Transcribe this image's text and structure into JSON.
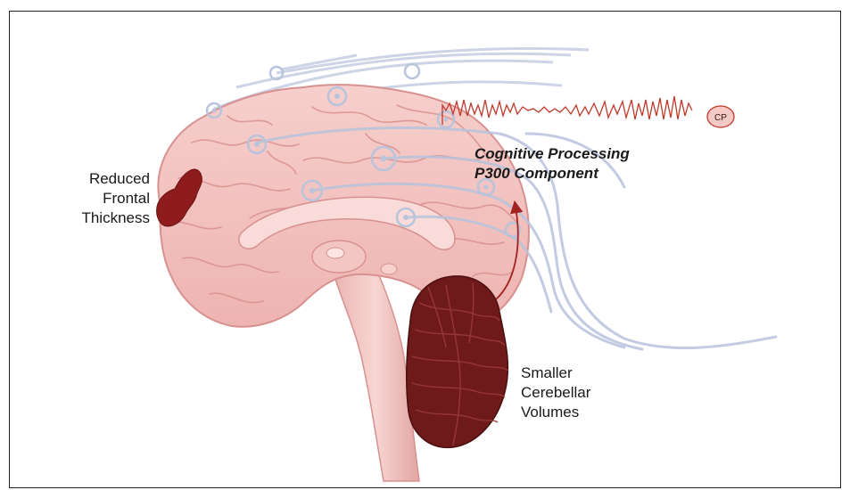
{
  "labels": {
    "frontal": "Reduced\nFrontal\nThickness",
    "cognitive_line1": "Cognitive Processing",
    "cognitive_line2": "P300 Component",
    "cerebellar": "Smaller\nCerebellar\nVolumes",
    "cp_badge": "CP"
  },
  "colors": {
    "brain_fill": "#f2c2c0",
    "brain_stroke": "#d7918f",
    "highlight": "#8e1c1c",
    "cerebellum": "#6e1a1a",
    "eeg_trace": "#c0392b",
    "electrode_lines": "#b8c3dc",
    "arrow": "#a32222"
  },
  "icons": {
    "electrode": "electrode-ring-icon",
    "badge": "cp-badge-icon",
    "arrow": "curved-arrow-icon"
  }
}
